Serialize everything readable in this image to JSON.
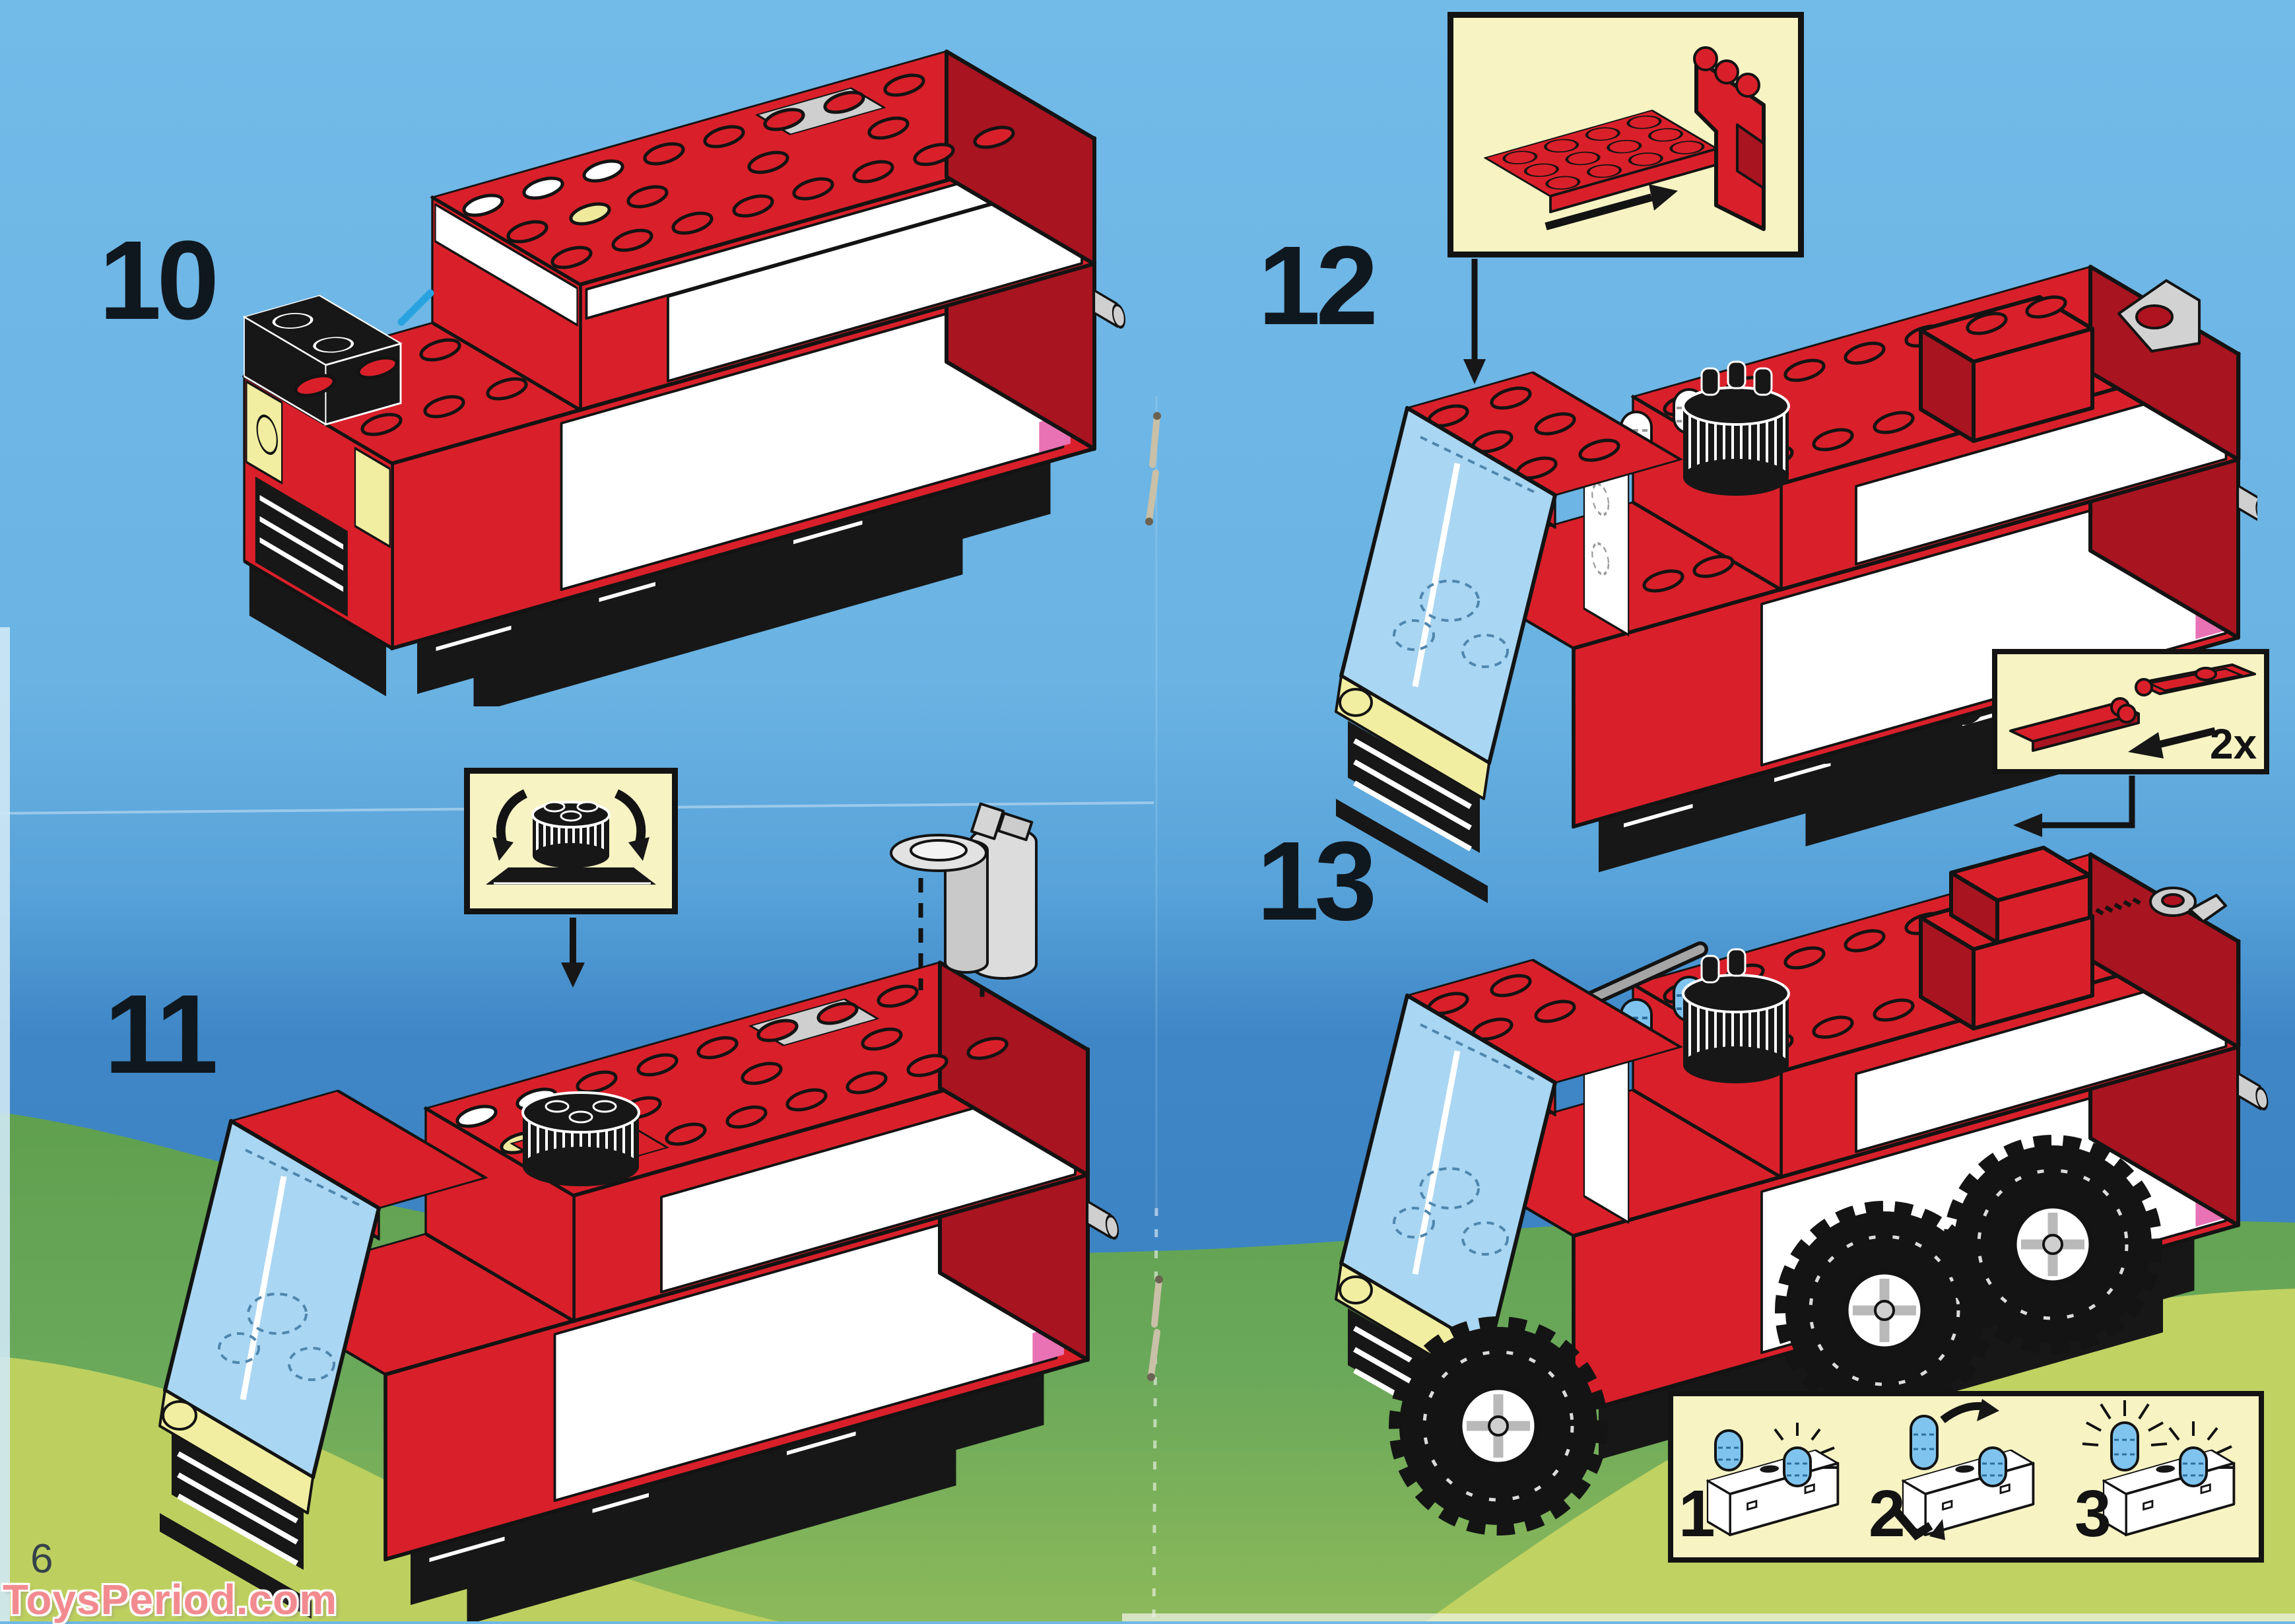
{
  "page": {
    "number": "6",
    "watermark": "ToysPeriod.com"
  },
  "steps": [
    {
      "label": "10"
    },
    {
      "label": "11"
    },
    {
      "label": "12"
    },
    {
      "label": "13"
    }
  ],
  "insets": {
    "beacon_rotate": {
      "description_icon": "rotate-arrows-icon"
    },
    "plate_slide": {
      "description_icon": "slide-arrow-icon"
    },
    "hinge_tile": {
      "quantity": "2x"
    },
    "light_sequence": {
      "frames": [
        "1",
        "2",
        "3"
      ]
    }
  },
  "colors": {
    "sky_blue": "#70b9e7",
    "sea_blue": "#3c84c5",
    "grass_green": "#67a553",
    "grass_light": "#bdd05f",
    "brick_red": "#d9202a",
    "panel_white": "#ffffff",
    "chassis_black": "#171717",
    "inset_yellow": "#f7f3c3",
    "glass_blue": "#a9d6f2",
    "beacon_blue": "#7fc4ee",
    "headlight_yellow": "#f2eea1",
    "tail_pink": "#e972b4",
    "watermark_pink": "#f28b90"
  }
}
